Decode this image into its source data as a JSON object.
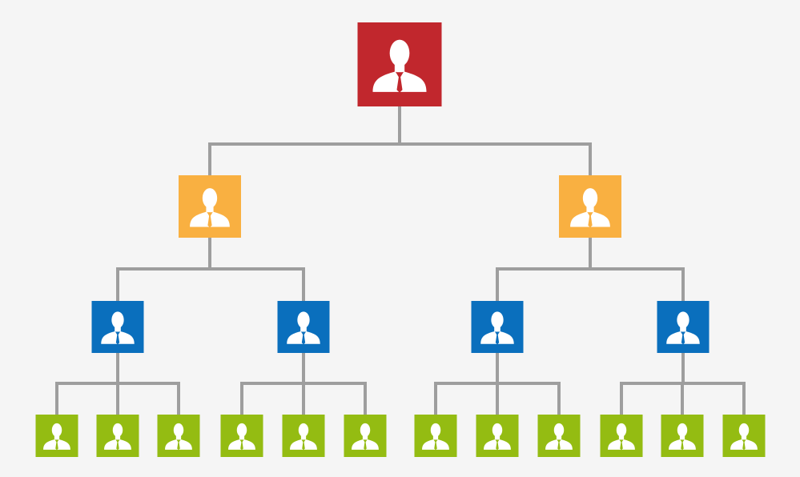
{
  "colors": {
    "background": "#f5f5f5",
    "connector": "#9e9e9e",
    "icon": "#ffffff",
    "level1": "#c1272d",
    "level2": "#f9b041",
    "level3": "#0a6fbd",
    "level4": "#94bc12"
  },
  "icon_name": "person-in-suit-icon",
  "hierarchy": {
    "levels": [
      {
        "level": 1,
        "color_key": "level1",
        "count": 1
      },
      {
        "level": 2,
        "color_key": "level2",
        "count": 2
      },
      {
        "level": 3,
        "color_key": "level3",
        "count": 4
      },
      {
        "level": 4,
        "color_key": "level4",
        "count": 12
      }
    ],
    "children_per_node": [
      2,
      2,
      3
    ]
  }
}
